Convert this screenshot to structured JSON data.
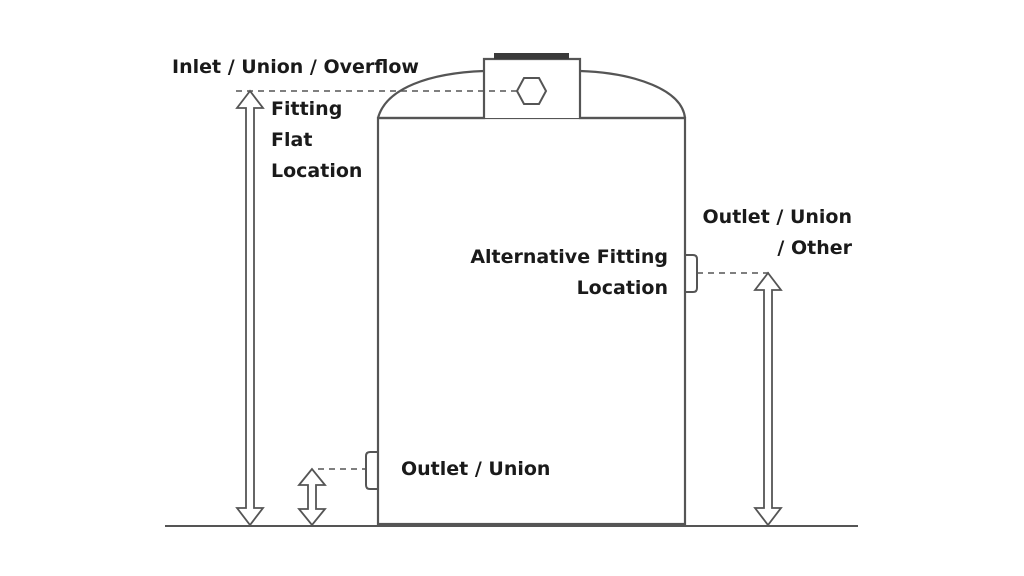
{
  "labels": {
    "inlet": [
      "Inlet / Union / Overflow"
    ],
    "fitting_flat": [
      "Fitting",
      "Flat",
      "Location"
    ],
    "outlet_union_other": [
      "Outlet / Union",
      "/ Other"
    ],
    "alternative_fitting": [
      "Alternative Fitting",
      "Location"
    ],
    "outlet_union": [
      "Outlet / Union"
    ]
  },
  "colors": {
    "stroke": "#555555",
    "lid": "#3a3a3a",
    "text": "#1a1a1a"
  }
}
